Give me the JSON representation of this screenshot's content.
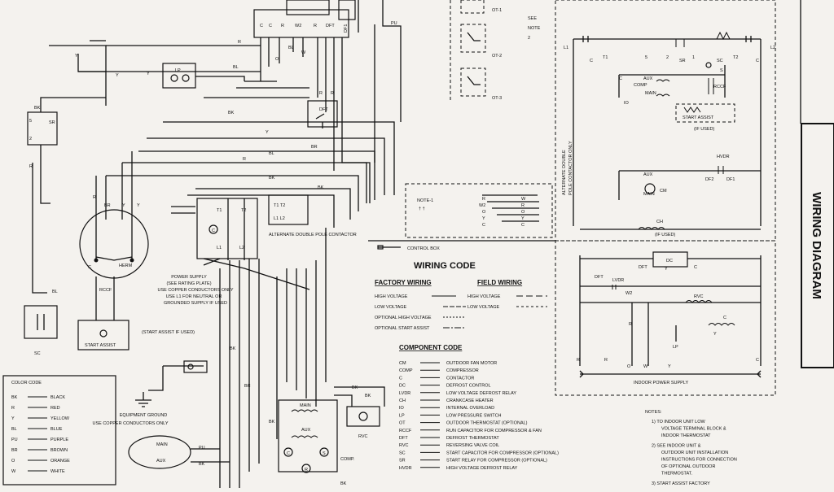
{
  "title": "WIRING DIAGRAM",
  "wire_labels": {
    "R": "R",
    "BL": "BL",
    "Y": "Y",
    "BK": "BK",
    "BR": "BR",
    "PU": "PU",
    "W": "W",
    "O": "O",
    "C": "C"
  },
  "components": {
    "lp": "LP",
    "sr": "SR",
    "bk": "BK",
    "dft": "DFT",
    "rccf": "RCCF",
    "herm": "HERM",
    "c": "C",
    "sc": "SC",
    "start_assist": "START ASSIST",
    "start_assist_note": "(START ASSIST IF USED)",
    "t1": "T1",
    "t2": "T2",
    "l1": "L1",
    "l2": "L2",
    "alt_contactor": "ALTERNATE DOUBLE POLE CONTACTOR",
    "rvc": "RVC",
    "comp": "COMP.",
    "main": "MAIN",
    "aux": "AUX",
    "s": "S",
    "r": "R",
    "dfc": "DF1",
    "w2": "W2",
    "c_term": "C",
    "dft_term": "DFT",
    "ot1": "OT-1",
    "ot2": "OT-2",
    "ot3": "OT-3",
    "see_note": "SEE NOTE 2",
    "note1": "NOTE-1"
  },
  "power_supply": [
    "POWER SUPPLY",
    "(SEE RATING PLATE)",
    "USE COPPER CONDUCTORS ONLY",
    "USE L1 FOR NEUTRAL OR",
    "GROUNDED SUPPLY IF USED"
  ],
  "equipment_ground": [
    "EQUIPMENT GROUND",
    "USE COPPER CONDUCTORS ONLY"
  ],
  "color_code": {
    "title": "COLOR CODE",
    "items": [
      {
        "code": "BK",
        "name": "BLACK"
      },
      {
        "code": "R",
        "name": "RED"
      },
      {
        "code": "Y",
        "name": "YELLOW"
      },
      {
        "code": "BL",
        "name": "BLUE"
      },
      {
        "code": "PU",
        "name": "PURPLE"
      },
      {
        "code": "BR",
        "name": "BROWN"
      },
      {
        "code": "O",
        "name": "ORANGE"
      },
      {
        "code": "W",
        "name": "WHITE"
      }
    ]
  },
  "wiring_code": {
    "control_box": "CONTROL BOX",
    "title": "WIRING CODE",
    "factory": "FACTORY WIRING",
    "field": "FIELD WIRING",
    "factory_items": [
      "HIGH VOLTAGE",
      "LOW VOLTAGE",
      "OPTIONAL HIGH VOLTAGE",
      "OPTIONAL START ASSIST"
    ],
    "field_items": [
      "HIGH VOLTAGE",
      "LOW VOLTAGE"
    ]
  },
  "component_code": {
    "title": "COMPONENT CODE",
    "items": [
      {
        "code": "CM",
        "name": "OUTDOOR FAN MOTOR"
      },
      {
        "code": "COMP",
        "name": "COMPRESSOR"
      },
      {
        "code": "C",
        "name": "CONTACTOR"
      },
      {
        "code": "DC",
        "name": "DEFROST CONTROL"
      },
      {
        "code": "LVDR",
        "name": "LOW VOLTAGE DEFROST RELAY"
      },
      {
        "code": "CH",
        "name": "CRANKCASE HEATER"
      },
      {
        "code": "IO",
        "name": "INTERNAL OVERLOAD"
      },
      {
        "code": "LP",
        "name": "LOW PRESSURE SWITCH"
      },
      {
        "code": "OT",
        "name": "OUTDOOR THERMOSTAT (OPTIONAL)"
      },
      {
        "code": "RCCF",
        "name": "RUN CAPACITOR FOR COMPRESSOR & FAN"
      },
      {
        "code": "DFT",
        "name": "DEFROST THERMOSTAT"
      },
      {
        "code": "RVC",
        "name": "REVERSING VALVE COIL"
      },
      {
        "code": "SC",
        "name": "START CAPACITOR FOR COMPRESSOR (OPTIONAL)"
      },
      {
        "code": "SR",
        "name": "START RELAY FOR COMPRESSOR (OPTIONAL)"
      },
      {
        "code": "HVDR",
        "name": "HIGH VOLTAGE DEFROST RELAY"
      }
    ]
  },
  "notes": {
    "title": "NOTES:",
    "items": [
      [
        "1) TO INDOOR UNIT LOW",
        "VOLTAGE TERMINAL BLOCK &",
        "INDOOR THERMOSTAT"
      ],
      [
        "2) SEE INDOOR UNIT &",
        "OUTDOOR UNIT INSTALLATION",
        "INSTRUCTIONS FOR CONNECTION",
        "OF OPTIONAL OUTDOOR",
        "THERMOSTAT."
      ],
      [
        "3) START ASSIST FACTORY"
      ]
    ]
  },
  "ladder_top": {
    "vertical_label": [
      "ALTERNATE DOUBLE",
      "POLE CONTACTOR ONLY"
    ],
    "labels": {
      "l1": "L1",
      "l2": "L2",
      "c": "C",
      "t1": "T1",
      "t2": "T2",
      "sr": "SR",
      "sc": "SC",
      "n5": "5",
      "n2": "2",
      "n1": "1",
      "comp": "COMP",
      "io": "IO",
      "aux": "AUX",
      "main": "MAIN",
      "rccf": "RCCF",
      "s": "S",
      "c2": "C",
      "start_assist": "START ASSIST",
      "if_used": "(IF USED)",
      "hvdr": "HVDR",
      "df2": "DF2",
      "df1": "DF1",
      "cm": "CM",
      "ch": "CH",
      "ch_if_used": "(IF USED)",
      "aux2": "AUX",
      "main2": "MAIN"
    }
  },
  "ladder_bottom": {
    "labels": {
      "dft": "DFT",
      "dc": "DC",
      "lvdr": "LVDR",
      "w2": "W2",
      "rvc": "RVC",
      "lp": "LP",
      "r1": "R",
      "r2": "R",
      "o": "O",
      "w": "W",
      "y": "Y",
      "c": "C",
      "y2": "Y",
      "c2": "C",
      "c3": "C",
      "r3": "R"
    },
    "indoor_power_supply": "INDOOR POWER SUPPLY"
  }
}
